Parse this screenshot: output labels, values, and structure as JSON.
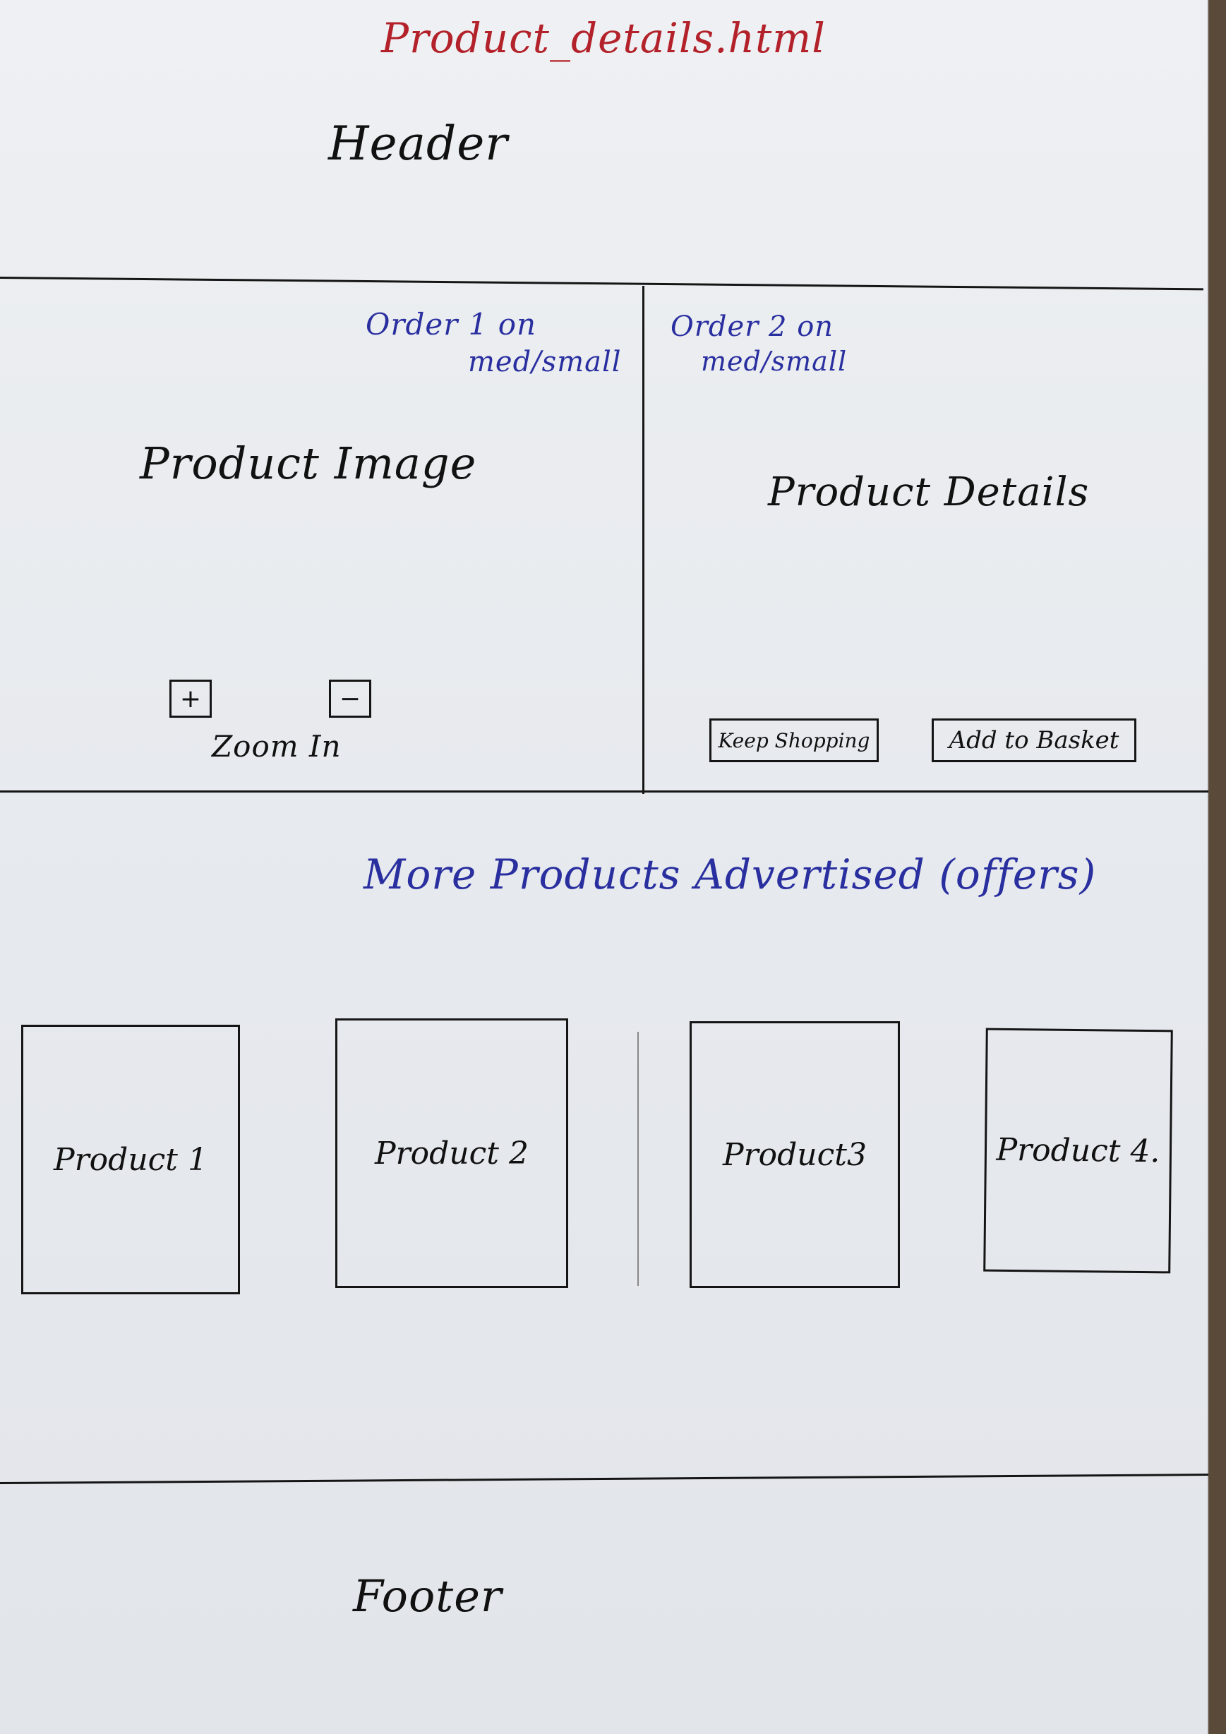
{
  "page": {
    "title": "Product_details.html"
  },
  "header": {
    "label": "Header"
  },
  "product_image_section": {
    "order_note_line1": "Order 1 on",
    "order_note_line2": "med/small",
    "label": "Product Image",
    "zoom_in_symbol": "+",
    "zoom_out_symbol": "−",
    "zoom_label": "Zoom In"
  },
  "product_details_section": {
    "order_note_line1": "Order 2 on",
    "order_note_line2": "med/small",
    "label": "Product Details",
    "keep_shopping_label": "Keep Shopping",
    "add_to_basket_label": "Add to Basket"
  },
  "more_products": {
    "heading": "More Products Advertised (offers)",
    "items": [
      {
        "label": "Product 1"
      },
      {
        "label": "Product 2"
      },
      {
        "label": "Product3"
      },
      {
        "label": "Product 4."
      }
    ]
  },
  "footer": {
    "label": "Footer"
  }
}
